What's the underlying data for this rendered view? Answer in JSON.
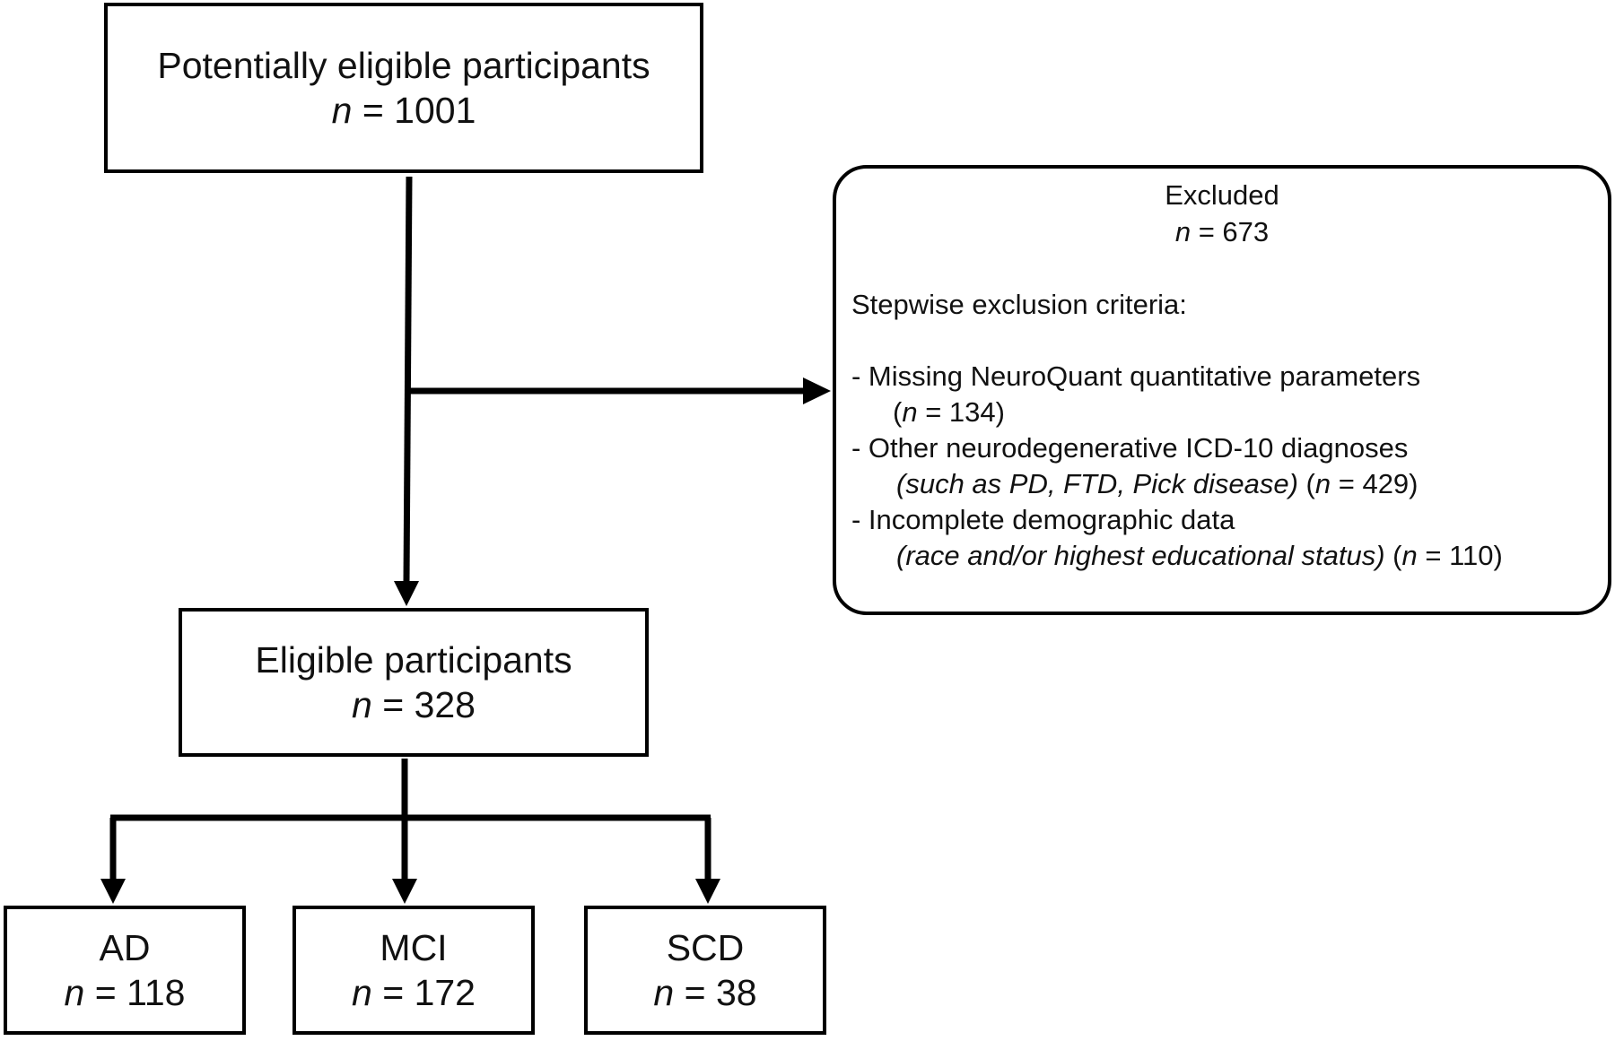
{
  "nodes": {
    "potential": {
      "label": "Potentially eligible participants",
      "n_prefix": "n",
      "n_value": "= 1001"
    },
    "eligible": {
      "label": "Eligible participants",
      "n_prefix": "n",
      "n_value": "= 328"
    },
    "ad": {
      "label": "AD",
      "n_prefix": "n",
      "n_value": "= 118"
    },
    "mci": {
      "label": "MCI",
      "n_prefix": "n",
      "n_value": "= 172"
    },
    "scd": {
      "label": "SCD",
      "n_prefix": "n",
      "n_value": "= 38"
    }
  },
  "excluded": {
    "title": "Excluded",
    "n_prefix": "n",
    "n_value": "= 673",
    "criteria_heading": "Stepwise exclusion criteria:",
    "criteria": [
      {
        "label": "- Missing NeuroQuant quantitative parameters",
        "detail": "",
        "count_open": "(",
        "n_prefix": "n",
        "count_close": "= 134)"
      },
      {
        "label": "- Other neurodegenerative ICD-10 diagnoses",
        "detail": "(such as PD, FTD, Pick disease)",
        "count_open": "(",
        "n_prefix": "n",
        "count_close": "= 429)"
      },
      {
        "label": "- Incomplete demographic data",
        "detail": "(race and/or highest educational status)",
        "count_open": "(",
        "n_prefix": "n",
        "count_close": "= 110)"
      }
    ]
  },
  "colors": {
    "stroke": "#000000",
    "background": "#ffffff"
  }
}
